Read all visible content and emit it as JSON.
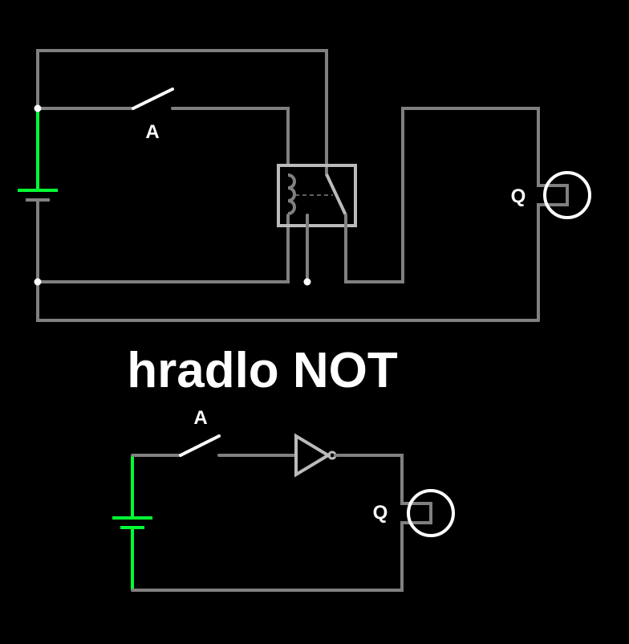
{
  "title": "hradlo NOT",
  "relay_circuit": {
    "switch_label": "A",
    "output_label": "Q"
  },
  "gate_circuit": {
    "switch_label": "A",
    "output_label": "Q"
  },
  "colors": {
    "wire": "#808080",
    "battery": "#00ff33",
    "component": "#bbbbbb",
    "lamp": "#ffffff",
    "background": "#000000"
  }
}
